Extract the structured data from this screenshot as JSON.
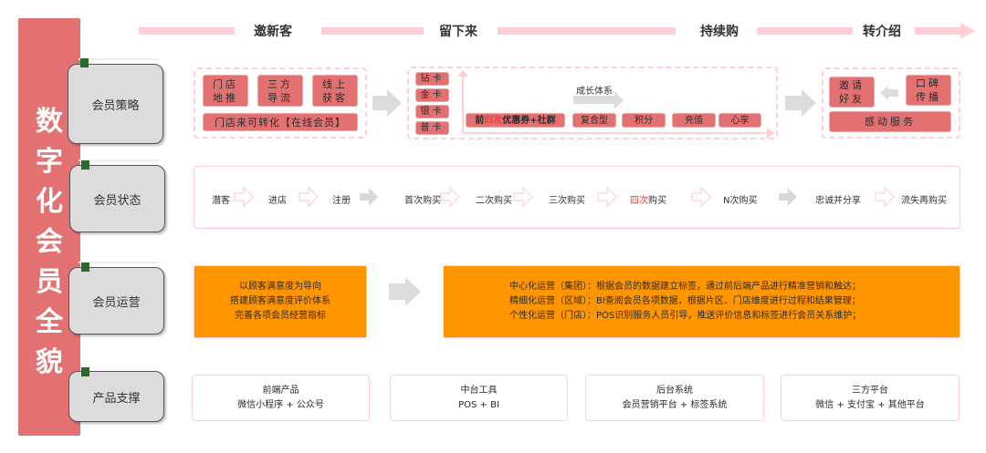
{
  "banner": {
    "title_chars": [
      "数",
      "字",
      "化",
      "会",
      "员",
      "全",
      "貌"
    ]
  },
  "timeline": {
    "stages": [
      "邀新客",
      "留下来",
      "持续购",
      "转介绍"
    ]
  },
  "categories": [
    "会员策略",
    "会员状态",
    "会员运营",
    "产品支撑"
  ],
  "strategy": {
    "acquire": {
      "boxes": [
        {
          "line1": "门店",
          "line2": "地推"
        },
        {
          "line1": "三方",
          "line2": "导流"
        },
        {
          "line1": "线上",
          "line2": "获客"
        }
      ],
      "convert": "门店来可转化【在线会员】"
    },
    "retain": {
      "tiers": [
        "钻卡",
        "金卡",
        "银卡",
        "普卡"
      ],
      "growth_label": "成长体系",
      "benefits": {
        "first": {
          "prefix": "前",
          "highlight": "四次",
          "suffix": "优惠券+社群"
        },
        "items": [
          "复合型",
          "积分",
          "充值",
          "心享"
        ]
      }
    },
    "referral": {
      "invite": {
        "line1": "邀请",
        "line2": "好友"
      },
      "word_of_mouth": {
        "line1": "口碑",
        "line2": "传播"
      },
      "service": "感动服务"
    }
  },
  "status": {
    "steps": [
      {
        "label": "潜客"
      },
      {
        "label": "进店"
      },
      {
        "label": "注册"
      },
      {
        "label": "首次购买"
      },
      {
        "label": "二次购买"
      },
      {
        "label": "三次购买"
      },
      {
        "label_highlight": "四次",
        "label_rest": "购买"
      },
      {
        "label": "N次购买"
      },
      {
        "label": "忠诚并分享"
      },
      {
        "label": "流失再购买"
      }
    ]
  },
  "operation": {
    "left_lines": [
      "以顾客满意度为导向",
      "搭建顾客满意度评价体系",
      "完善各项会员经营指标"
    ],
    "right_lines": [
      "中心化运营（集团）：根据会员的数据建立标签，通过前后端产品进行精准营销和触达；",
      "精细化运营（区域）：BI查阅会员各项数据，根据片区、门店维度进行过程和结果管理；",
      "个性化运营（门店）：POS识别服务人员引导，推送评价信息和标签进行会员关系维护；"
    ]
  },
  "products": [
    {
      "title": "前端产品",
      "detail": "微信小程序 + 公众号"
    },
    {
      "title": "中台工具",
      "detail": "POS + BI"
    },
    {
      "title": "后台系统",
      "detail": "会员营销平台 + 标签系统"
    },
    {
      "title": "三方平台",
      "detail": "微信 + 支付宝 + 其他平台"
    }
  ],
  "colors": {
    "banner": "#e47171",
    "card_red": "#e47171",
    "pink_line": "#ffcfd3",
    "orange": "#ff9600",
    "highlight_red": "#e8433f",
    "pin_green": "#2a6b2a"
  }
}
